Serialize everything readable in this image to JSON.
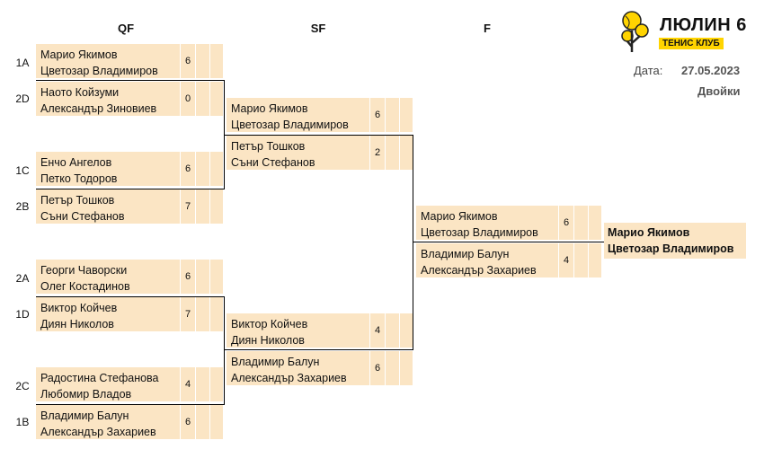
{
  "rounds": {
    "qf": "QF",
    "sf": "SF",
    "f": "F"
  },
  "header": {
    "logo_title": "ЛЮЛИН 6",
    "logo_subtitle": "ТЕНИС КЛУБ",
    "date_label": "Дата:",
    "date_value": "27.05.2023",
    "category": "Двойки"
  },
  "seeds": [
    "1A",
    "2D",
    "1C",
    "2B",
    "2A",
    "1D",
    "2C",
    "1B"
  ],
  "qf": [
    {
      "p1": "Марио Якимов",
      "p2": "Цветозар Владимиров",
      "score": "6"
    },
    {
      "p1": "Наото Койзуми",
      "p2": "Александър Зиновиев",
      "score": "0"
    },
    {
      "p1": "Енчо Ангелов",
      "p2": "Петко Тодоров",
      "score": "6"
    },
    {
      "p1": "Петър Тошков",
      "p2": "Съни Стефанов",
      "score": "7"
    },
    {
      "p1": "Георги Чаворски",
      "p2": "Олег Костадинов",
      "score": "6"
    },
    {
      "p1": "Виктор Койчев",
      "p2": "Диян Николов",
      "score": "7"
    },
    {
      "p1": "Радостина Стефанова",
      "p2": "Любомир Владов",
      "score": "4"
    },
    {
      "p1": "Владимир Балун",
      "p2": "Александър Захариев",
      "score": "6"
    }
  ],
  "sf": [
    {
      "p1": "Марио Якимов",
      "p2": "Цветозар Владимиров",
      "score": "6"
    },
    {
      "p1": "Петър Тошков",
      "p2": "Съни Стефанов",
      "score": "2"
    },
    {
      "p1": "Виктор Койчев",
      "p2": "Диян Николов",
      "score": "4"
    },
    {
      "p1": "Владимир Балун",
      "p2": "Александър Захариев",
      "score": "6"
    }
  ],
  "f": [
    {
      "p1": "Марио Якимов",
      "p2": "Цветозар Владимиров",
      "score": "6"
    },
    {
      "p1": "Владимир Балун",
      "p2": "Александър Захариев",
      "score": "4"
    }
  ],
  "winner": {
    "p1": "Марио Якимов",
    "p2": "Цветозар Владимиров"
  },
  "colors": {
    "cell_fill": "#fbe5c4",
    "logo_yellow": "#ffd400"
  }
}
